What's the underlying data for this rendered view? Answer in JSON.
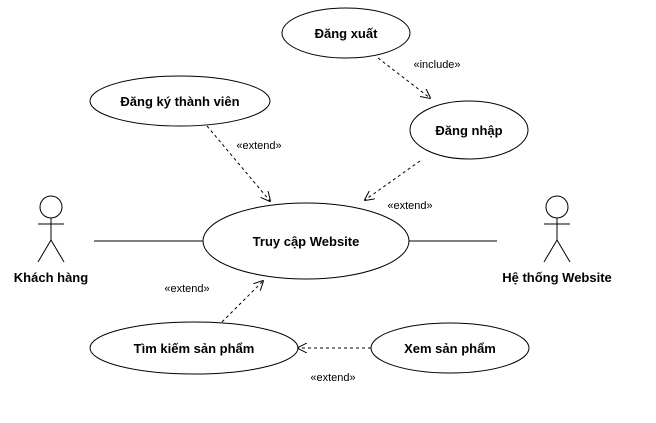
{
  "actors": {
    "customer": "Khách hàng",
    "system": "Hệ thống Website"
  },
  "usecases": {
    "logout": "Đăng xuất",
    "register": "Đăng ký thành viên",
    "login": "Đăng nhập",
    "access": "Truy cập Website",
    "search": "Tìm kiếm sản phẩm",
    "view": "Xem sản phẩm"
  },
  "relations": {
    "include_logout_login": "«include»",
    "extend_register_access": "«extend»",
    "extend_login_access": "«extend»",
    "extend_search_access": "«extend»",
    "extend_view_search": "«extend»"
  }
}
